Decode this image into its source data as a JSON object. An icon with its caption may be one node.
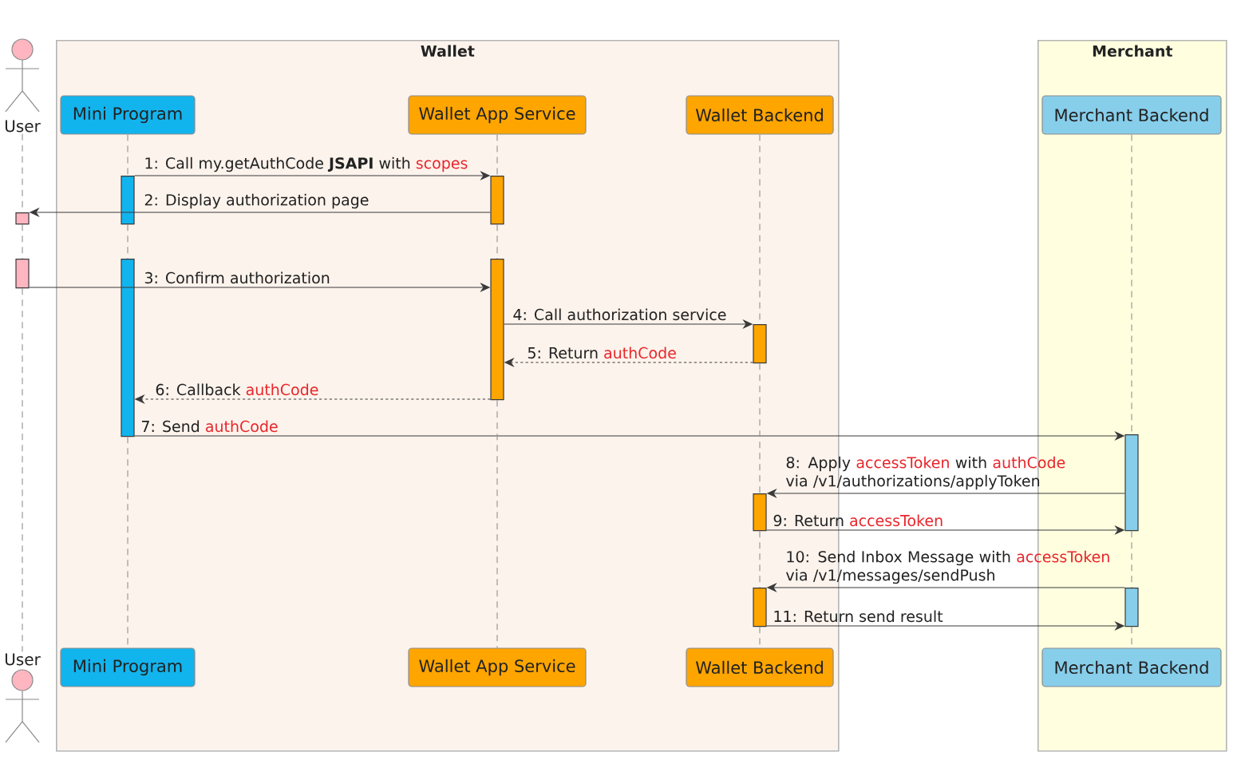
{
  "diagram": {
    "nodes": [
      {
        "text": [
          "User"
        ]
      },
      {
        "text": [
          "Wallet"
        ]
      },
      {
        "text": [
          "Mini Program"
        ],
        "in": 1
      },
      {
        "text": [
          "Wallet App Service"
        ],
        "in": 1
      },
      {
        "text": [
          "Wallet Backend"
        ],
        "in": 1
      },
      {
        "text": [
          "Merchant"
        ]
      },
      {
        "text": [
          "Merchant Backend"
        ],
        "in": 5
      },
      {
        "text": [],
        "shape": "bar",
        "in": 1
      },
      {
        "text": [],
        "shape": "bar",
        "in": 1
      },
      {
        "text": [],
        "shape": "bar"
      },
      {
        "text": [],
        "shape": "bar"
      },
      {
        "text": [],
        "shape": "bar",
        "in": 1
      },
      {
        "text": [],
        "shape": "bar",
        "in": 1
      },
      {
        "text": [],
        "shape": "bar",
        "in": 1
      },
      {
        "text": [],
        "shape": "bar",
        "in": 5
      },
      {
        "text": [],
        "shape": "bar",
        "in": 1
      },
      {
        "text": [],
        "shape": "bar",
        "in": 5
      },
      {
        "text": [],
        "shape": "bar",
        "in": 1
      },
      {
        "text": [
          "User"
        ]
      },
      {
        "text": [
          "Mini Program"
        ],
        "in": 1
      },
      {
        "text": [
          "Wallet App Service"
        ],
        "in": 1
      },
      {
        "text": [
          "Wallet Backend"
        ],
        "in": 1
      },
      {
        "text": [
          "Merchant Backend"
        ],
        "in": 5
      }
    ],
    "edges": [
      {
        "from": 7,
        "to": 8,
        "arrow": "to",
        "label": "1: Call my.getAuthCode **JSAPI** with *scopes*",
        "color": "#3a3a3a"
      },
      {
        "from": 8,
        "to": 9,
        "arrow": "to",
        "label": "2: Display authorization page",
        "color": "#3a3a3a"
      },
      {
        "from": 10,
        "to": 12,
        "arrow": "to",
        "label": "3: Confirm authorization",
        "color": "#3a3a3a"
      },
      {
        "from": 12,
        "to": 13,
        "arrow": "to",
        "label": "4: Call authorization service",
        "color": "#3a3a3a"
      },
      {
        "from": 13,
        "to": 12,
        "arrow": "to",
        "label": "5: Return *authCode*",
        "style": "dashed",
        "color": "#3a3a3a"
      },
      {
        "from": 12,
        "to": 11,
        "arrow": "to",
        "label": "6: Callback *authCode*",
        "style": "dashed",
        "color": "#3a3a3a"
      },
      {
        "from": 11,
        "to": 14,
        "arrow": "to",
        "label": "7: Send *authCode*",
        "color": "#3a3a3a"
      },
      {
        "from": 14,
        "to": 15,
        "arrow": "to",
        "label": "8: Apply *accessToken* with *authCode* via /v1/authorizations/applyToken",
        "color": "#3a3a3a"
      },
      {
        "from": 15,
        "to": 14,
        "arrow": "to",
        "label": "9: Return *accessToken*",
        "color": "#3a3a3a"
      },
      {
        "from": 16,
        "to": 17,
        "arrow": "to",
        "label": "10: Send Inbox Message with *accessToken* via /v1/messages/sendPush",
        "color": "#3a3a3a"
      },
      {
        "from": 17,
        "to": 16,
        "arrow": "to",
        "label": "11: Return send result",
        "color": "#3a3a3a"
      },
      {
        "from": 0,
        "to": 9,
        "arrow": "none",
        "style": "dashed"
      },
      {
        "from": 9,
        "to": 10,
        "arrow": "none",
        "style": "dashed"
      },
      {
        "from": 10,
        "to": 18,
        "arrow": "none",
        "style": "dashed"
      },
      {
        "from": 2,
        "to": 7,
        "arrow": "none",
        "style": "dashed"
      },
      {
        "from": 7,
        "to": 11,
        "arrow": "none",
        "style": "dashed"
      },
      {
        "from": 11,
        "to": 19,
        "arrow": "none",
        "style": "dashed"
      },
      {
        "from": 3,
        "to": 8,
        "arrow": "none",
        "style": "dashed"
      },
      {
        "from": 8,
        "to": 12,
        "arrow": "none",
        "style": "dashed"
      },
      {
        "from": 12,
        "to": 20,
        "arrow": "none",
        "style": "dashed"
      },
      {
        "from": 4,
        "to": 13,
        "arrow": "none",
        "style": "dashed"
      },
      {
        "from": 13,
        "to": 15,
        "arrow": "none",
        "style": "dashed"
      },
      {
        "from": 15,
        "to": 17,
        "arrow": "none",
        "style": "dashed"
      },
      {
        "from": 17,
        "to": 21,
        "arrow": "none",
        "style": "dashed"
      },
      {
        "from": 6,
        "to": 14,
        "arrow": "none",
        "style": "dashed"
      },
      {
        "from": 14,
        "to": 16,
        "arrow": "none",
        "style": "dashed"
      },
      {
        "from": 16,
        "to": 22,
        "arrow": "none",
        "style": "dashed"
      }
    ]
  }
}
